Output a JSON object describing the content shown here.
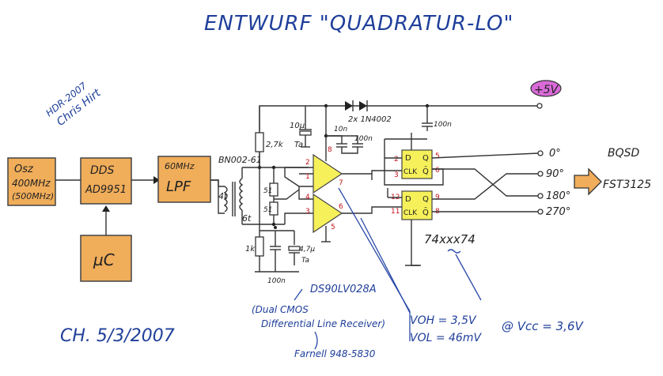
{
  "title": "ENTWURF \"QUADRATUR-LO\"",
  "author": [
    "HDR-2007",
    "Chris Hirt"
  ],
  "date_sig": "CH. 5/3/2007",
  "supply": "+5V",
  "blocks": {
    "osc": [
      "Osz",
      "400MHz",
      "(500MHz)"
    ],
    "dds": [
      "DDS",
      "AD9951"
    ],
    "lpf": [
      "60MHz",
      "LPF"
    ],
    "uc": "µC",
    "bqsd": [
      "BQSD",
      "FST3125"
    ]
  },
  "components": {
    "transformer": "BN002-61",
    "t_primary": "4t",
    "t_secondary": "6t",
    "r_top": "2,7k",
    "r_bottom": "1k",
    "r_mid1": "51",
    "r_mid2": "51",
    "c_tant_top": [
      "10µ",
      "Ta"
    ],
    "c_top1": "10n",
    "c_top2": "100n",
    "c_ff": "100n",
    "c_bot1": "100n",
    "c_tant_bot": [
      "4,7µ",
      "Ta"
    ],
    "diodes": "2x 1N4002",
    "receiver": "DS90LV028A",
    "receiver_desc": [
      "(Dual CMOS",
      "Differential Line Receiver)"
    ],
    "farnell": "Farnell 948-5830",
    "flipflop": "74xxx74",
    "ff_labels": [
      "D",
      "Q",
      "CLK",
      "Q̄"
    ]
  },
  "pins": {
    "rx_a_in_top": "2",
    "rx_a_in_bot": "1",
    "rx_a_out": "7",
    "rx_b_in_top": "4",
    "rx_b_in_bot": "3",
    "rx_b_out": "6",
    "rx_vcc": "8",
    "rx_gnd": "5",
    "ff1_d": "2",
    "ff1_clk": "3",
    "ff1_q": "5",
    "ff1_qn": "6",
    "ff2_d": "12",
    "ff2_clk": "11",
    "ff2_q": "9",
    "ff2_qn": "8"
  },
  "outputs": [
    "0°",
    "90°",
    "180°",
    "270°"
  ],
  "specs": {
    "voh": "VOH = 3,5V",
    "vol": "VOL = 46mV",
    "vcc": "@ Vcc = 3,6V"
  }
}
